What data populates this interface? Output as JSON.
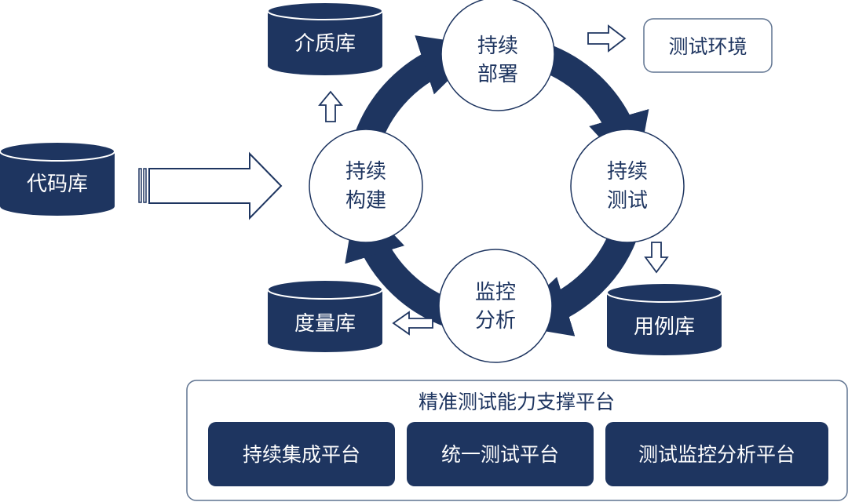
{
  "databases": {
    "code_repo": "代码库",
    "media_repo": "介质库",
    "metrics_repo": "度量库",
    "case_repo": "用例库"
  },
  "cycle": {
    "deploy": [
      "持续",
      "部署"
    ],
    "test": [
      "持续",
      "测试"
    ],
    "monitor": [
      "监控",
      "分析"
    ],
    "build": [
      "持续",
      "构建"
    ]
  },
  "test_env": "测试环境",
  "platform": {
    "title": "精准测试能力支撑平台",
    "items": [
      "持续集成平台",
      "统一测试平台",
      "测试监控分析平台"
    ]
  },
  "colors": {
    "navy": "#1e3560",
    "border": "#5f7390",
    "white": "#ffffff"
  }
}
